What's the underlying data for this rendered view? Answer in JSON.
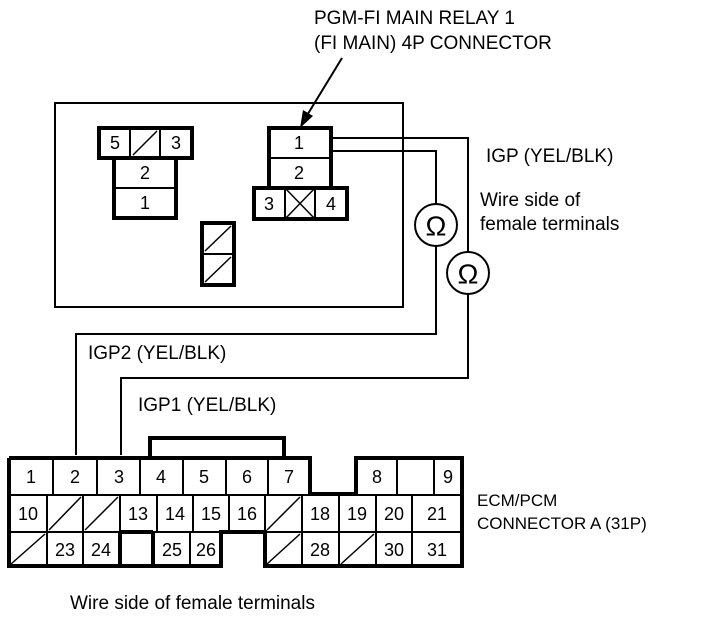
{
  "relay_connector": {
    "title_line1": "PGM-FI MAIN RELAY 1",
    "title_line2": "(FI MAIN) 4P CONNECTOR",
    "left_socket": {
      "top_row": [
        "5",
        "",
        "3"
      ],
      "rows": [
        "2",
        "1"
      ]
    },
    "right_socket": {
      "rows": [
        "1",
        "2"
      ],
      "bottom_row": [
        "3",
        "",
        "4"
      ]
    }
  },
  "labels": {
    "igp": "IGP (YEL/BLK)",
    "wire_side_line1": "Wire side of",
    "wire_side_line2": "female terminals",
    "igp2": "IGP2 (YEL/BLK)",
    "igp1": "IGP1 (YEL/BLK)",
    "ecm_line1": "ECM/PCM",
    "ecm_line2": "CONNECTOR A (31P)",
    "bottom_caption": "Wire side of female terminals"
  },
  "meter_symbol": "Ω",
  "ecm_connector": {
    "row1": [
      "1",
      "2",
      "3",
      "4",
      "5",
      "6",
      "7",
      "8",
      "9"
    ],
    "row2": [
      "10",
      "",
      "",
      "13",
      "14",
      "15",
      "16",
      "",
      "18",
      "19",
      "20",
      "21"
    ],
    "row3": [
      "",
      "23",
      "24",
      "25",
      "26",
      "",
      "28",
      "",
      "30",
      "31"
    ]
  }
}
